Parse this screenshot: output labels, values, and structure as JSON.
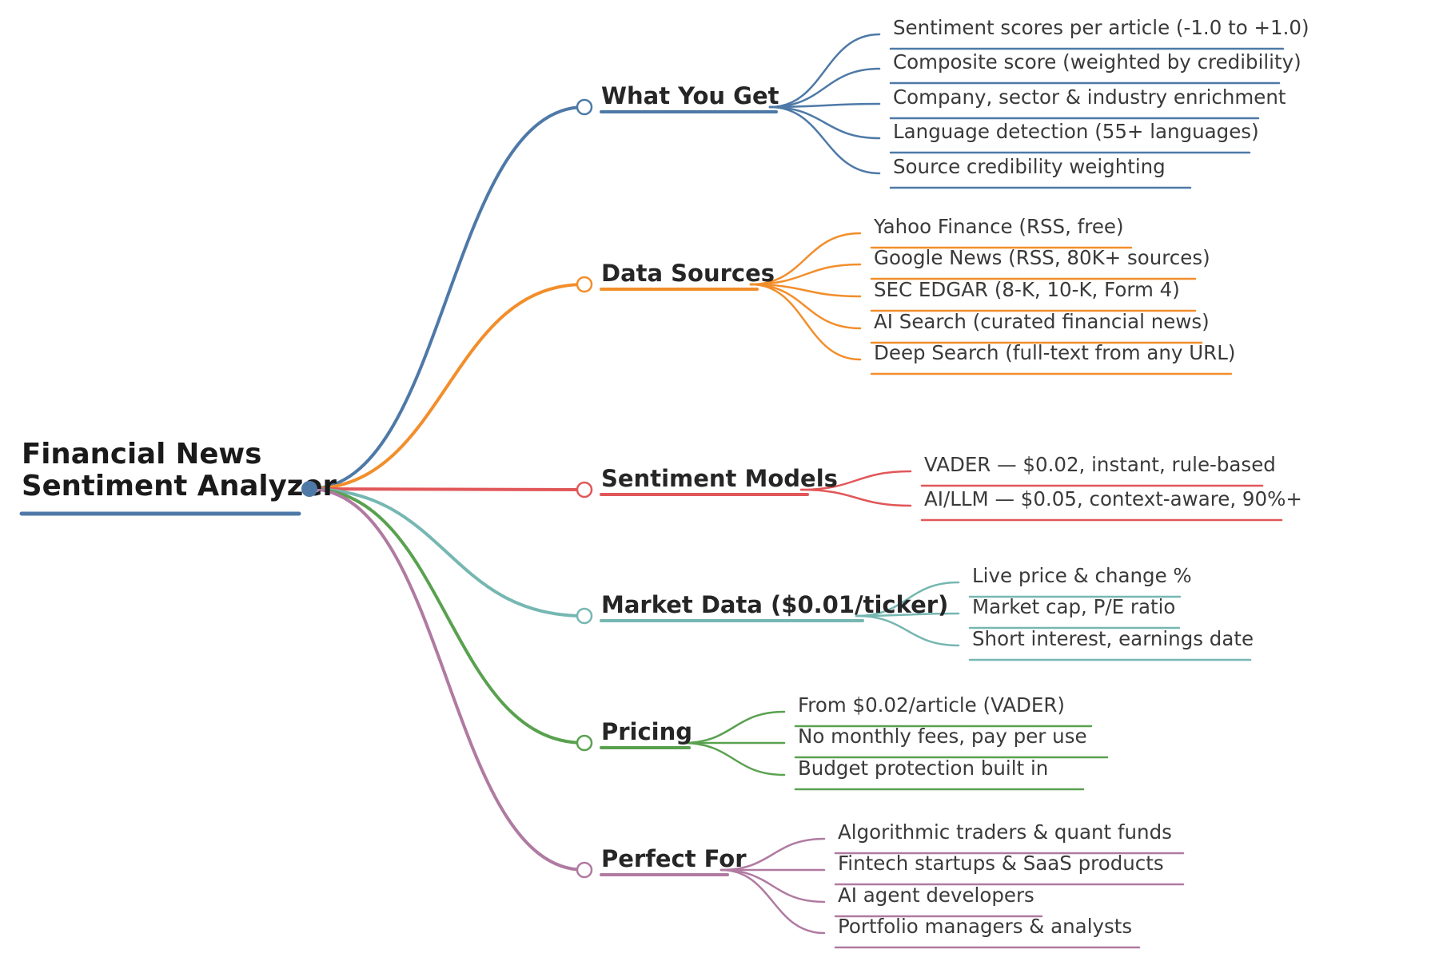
{
  "root": {
    "title_line1": "Financial News",
    "title_line2": "Sentiment Analyzer",
    "color": "#4e79a7"
  },
  "branches": [
    {
      "id": "what-you-get",
      "label": "What You Get",
      "color": "#4e79a7",
      "items": [
        "Sentiment scores per article (-1.0 to +1.0)",
        "Composite score (weighted by credibility)",
        "Company, sector & industry enrichment",
        "Language detection (55+ languages)",
        "Source credibility weighting"
      ]
    },
    {
      "id": "data-sources",
      "label": "Data Sources",
      "color": "#f28e2b",
      "items": [
        "Yahoo Finance (RSS, free)",
        "Google News (RSS, 80K+ sources)",
        "SEC EDGAR (8-K, 10-K, Form 4)",
        "AI Search (curated financial news)",
        "Deep Search (full-text from any URL)"
      ]
    },
    {
      "id": "sentiment-models",
      "label": "Sentiment Models",
      "color": "#e15759",
      "items": [
        "VADER — $0.02, instant, rule-based",
        "AI/LLM — $0.05, context-aware, 90%+"
      ]
    },
    {
      "id": "market-data",
      "label": "Market Data ($0.01/ticker)",
      "color": "#76b7b2",
      "items": [
        "Live price & change %",
        "Market cap, P/E ratio",
        "Short interest, earnings date"
      ]
    },
    {
      "id": "pricing",
      "label": "Pricing",
      "color": "#59a14f",
      "items": [
        "From $0.02/article (VADER)",
        "No monthly fees, pay per use",
        "Budget protection built in"
      ]
    },
    {
      "id": "perfect-for",
      "label": "Perfect For",
      "color": "#b07aa1",
      "items": [
        "Algorithmic traders & quant funds",
        "Fintech startups & SaaS products",
        "AI agent developers",
        "Portfolio managers & analysts"
      ]
    }
  ]
}
